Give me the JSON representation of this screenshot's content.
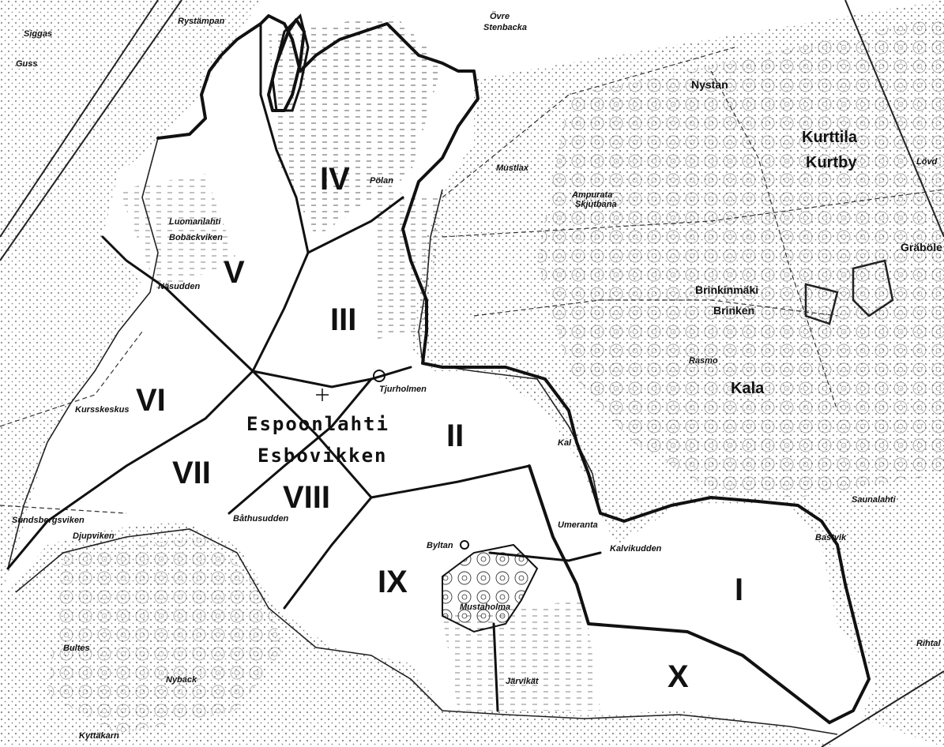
{
  "map": {
    "zones": [
      "I",
      "II",
      "III",
      "IV",
      "V",
      "VI",
      "VII",
      "VIII",
      "IX",
      "X"
    ],
    "bay_name_fi": "Espoonlahti",
    "bay_name_sv": "Esbovikken",
    "places": {
      "siggas": "Siggas",
      "guss": "Guss",
      "rystmpan": "Rystämpan",
      "ovre": "Övre",
      "stenbacka": "Stenbacka",
      "nystan": "Nystan",
      "kurttila": "Kurttila",
      "kurtby": "Kurtby",
      "lovd": "Lövd",
      "mustlax": "Mustlax",
      "polan": "Pölan",
      "ampurata": "Ampurata",
      "skjutbana": "Skjutbana",
      "luomanlahti": "Luomanlahti",
      "bobackviken": "Bobäckviken",
      "nassudden": "Näsudden",
      "grabole": "Gräböle",
      "brinkinmaki": "Brinkinmäki",
      "brinken": "Brinken",
      "rasmo": "Rasmo",
      "kala": "Kala",
      "tjurholmen": "Tjurholmen",
      "kursskeskus": "Kursskeskus",
      "kal": "Kal",
      "saunalahti": "Saunalahti",
      "bastvik": "Bastvik",
      "sundsbergsviken": "Sundsbergsviken",
      "djupviken": "Djupviken",
      "bathusudden": "Båthusudden",
      "umeranta": "Umeranta",
      "kalvikudden": "Kalvikudden",
      "byltan": "Byltan",
      "bultes": "Bultes",
      "nyback": "Nyback",
      "kyttakarn": "Kyttäkarn",
      "jarvikat": "Järvikät",
      "rihtal": "Rihtal",
      "mustaholma": "Mustaholma"
    },
    "colors": {
      "ink": "#111111",
      "paper": "#ffffff"
    }
  }
}
